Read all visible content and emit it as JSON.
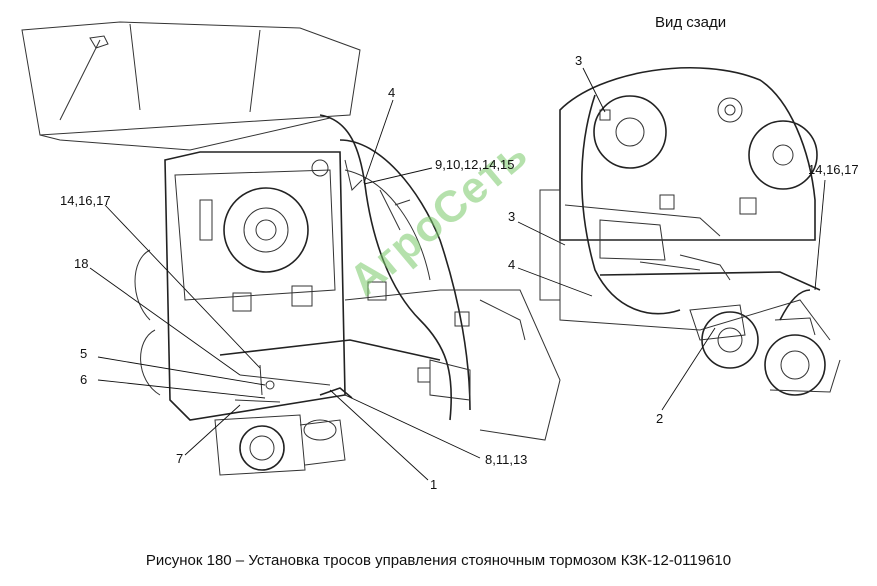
{
  "view_title": "Вид сзади",
  "caption": "Рисунок 180 – Установка тросов управления стояночным тормозом КЗК-12-0119610",
  "watermark": "АгроСеть",
  "labels": {
    "left_4": "4",
    "left_9_15": "9,10,12,14,15",
    "left_14_17": "14,16,17",
    "left_18": "18",
    "left_5": "5",
    "left_6": "6",
    "left_7": "7",
    "left_8_13": "8,11,13",
    "left_1": "1",
    "right_3_top": "3",
    "right_14_17": "14,16,17",
    "right_3_mid": "3",
    "right_4": "4",
    "right_2": "2"
  },
  "colors": {
    "line": "#333333",
    "watermark": "#7ac96a"
  }
}
